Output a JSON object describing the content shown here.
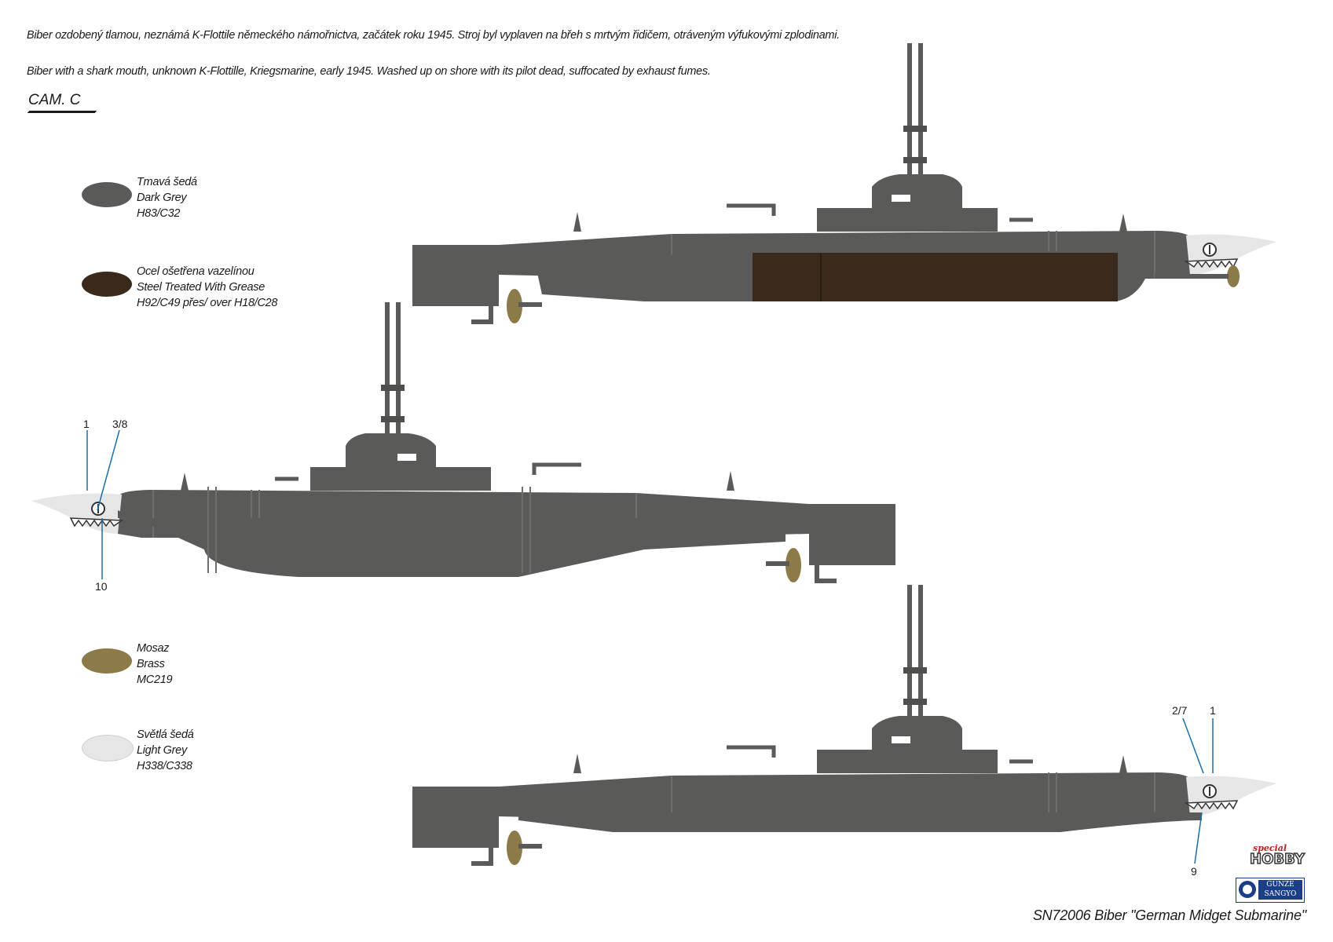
{
  "header": {
    "caption_cz": "Biber ozdobený tlamou, neznámá K-Flottile německého námořnictva, začátek roku 1945. Stroj byl vyplaven na břeh s mrtvým řidičem, otráveným výfukovými zplodinami.",
    "caption_en": "Biber with a shark mouth, unknown K-Flottille, Kriegsmarine, early 1945. Washed up on shore with its pilot dead, suffocated by exhaust fumes.",
    "camo_label": "CAM. C"
  },
  "legend": [
    {
      "name_cz": "Tmavá šedá",
      "name_en": "Dark Grey",
      "code": "H83/C32",
      "color": "#5a5a58"
    },
    {
      "name_cz": "Ocel ošetřena vazelínou",
      "name_en": "Steel Treated With Grease",
      "code": "H92/C49 přes/ over H18/C28",
      "color": "#3a2a1c"
    },
    {
      "name_cz": "Mosaz",
      "name_en": "Brass",
      "code": "MC219",
      "color": "#8c7a48"
    },
    {
      "name_cz": "Světlá šedá",
      "name_en": "Light Grey",
      "code": "H338/C338",
      "color": "#e6e6e6"
    }
  ],
  "callouts": {
    "port_view": {
      "a": "1",
      "b": "3/8",
      "c": "10"
    },
    "starboard_view": {
      "a": "2/7",
      "b": "1",
      "c": "9"
    }
  },
  "colors": {
    "hull": "#5a5a58",
    "hull_dark": "#4a4a48",
    "panel_line": "#6e6e6c",
    "nose": "#e6e6e6",
    "torpedo_grease": "#3a2a1c",
    "brass": "#8c7a48",
    "leader_line": "#1a6ea8"
  },
  "footer": {
    "product": "SN72006 Biber \"German Midget Submarine\"",
    "logo_special": "special",
    "logo_hobby": "HOBBY",
    "logo_gunze": "GUNZE SANGYO"
  }
}
